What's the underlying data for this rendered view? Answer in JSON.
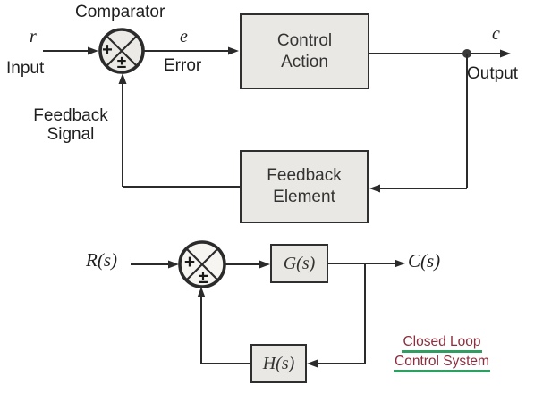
{
  "colors": {
    "background": "#ffffff",
    "line": "#2b2b2b",
    "box_fill": "#e9e8e4",
    "box_border": "#2f2f2f",
    "caption_text": "#8b2d3c",
    "caption_underline": "#2f9e60"
  },
  "top_diagram": {
    "comparator_label": "Comparator",
    "summing_plus": "+",
    "summing_plus_minus": "±",
    "input_signal": "r",
    "input_label": "Input",
    "error_signal": "e",
    "error_label": "Error",
    "output_signal": "c",
    "output_label": "Output",
    "feedback_signal_label": "Feedback\nSignal",
    "control_action_block": "Control\nAction",
    "feedback_element_block": "Feedback\nElement"
  },
  "bottom_diagram": {
    "summing_plus": "+",
    "summing_plus_minus": "±",
    "input_signal": "R(s)",
    "forward_block": "G(s)",
    "output_signal": "C(s)",
    "feedback_block": "H(s)"
  },
  "caption": {
    "line1": "Closed Loop",
    "line2": "Control System"
  }
}
